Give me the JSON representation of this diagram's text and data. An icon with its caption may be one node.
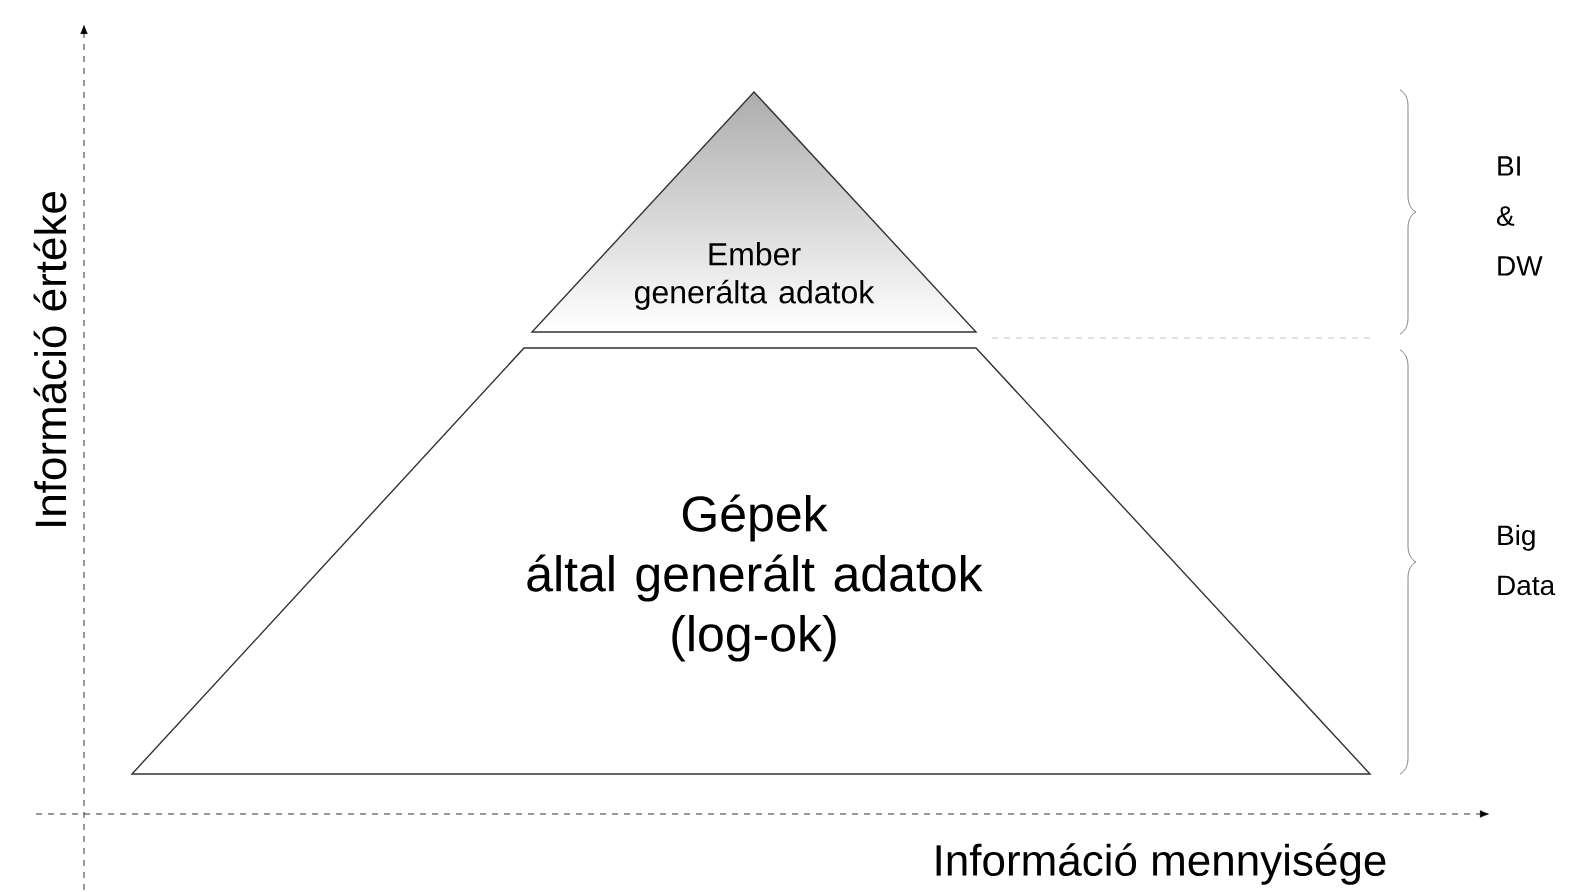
{
  "diagram": {
    "nodes": [
      {
        "text": [
          "Ember generálta adatok"
        ]
      },
      {
        "text": [
          "Gépek által generált adatok (log-ok)"
        ]
      }
    ],
    "labels": [
      "Információ értéke",
      "BI & DW",
      "Big Data",
      "Információ mennyisége"
    ]
  }
}
